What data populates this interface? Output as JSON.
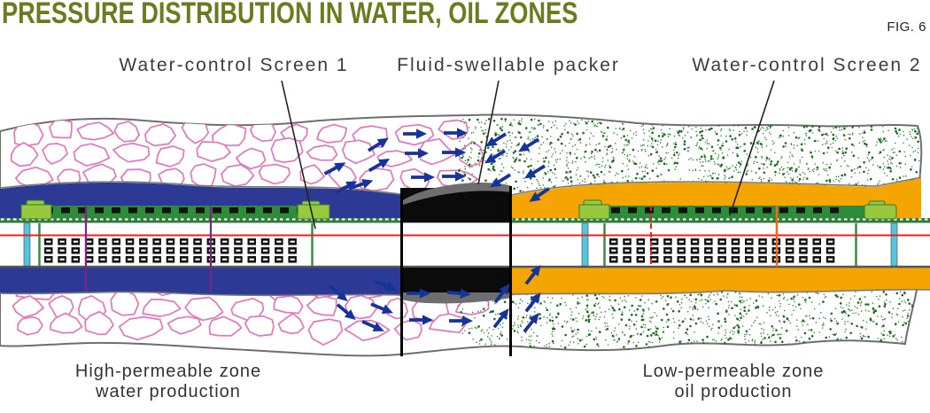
{
  "header": {
    "title": "PRESSURE DISTRIBUTION IN WATER, OIL ZONES",
    "fig_label": "FIG. 6"
  },
  "callouts": {
    "screen1": "Water-control Screen 1",
    "packer": "Fluid-swellable packer",
    "screen2": "Water-control Screen 2"
  },
  "zones": {
    "left_line1": "High-permeable zone",
    "left_line2": "water production",
    "right_line1": "Low-permeable zone",
    "right_line2": "oil production"
  },
  "colors": {
    "title_olive": "#6c7b1d",
    "water_blue": "#2c3a96",
    "oil_orange": "#f5a502",
    "packer_black": "#0b0b0b",
    "packer_gray": "#6e6e6e",
    "screen_green": "#2e8b3c",
    "cap_green": "#97c83e",
    "cyan_ring": "#52c6e0",
    "red_line": "#e52320",
    "pink_rock": "#e377bd",
    "stipple_green": "#2f8f2f",
    "arrow_blue": "#16339b",
    "outline_gray": "#6e6e6e",
    "purple_joint": "#7b2482",
    "orange_joint": "#f26522",
    "label_gray": "#3c3c3c"
  },
  "arrows": {
    "top_left": [
      [
        378,
        190,
        28
      ],
      [
        391,
        211,
        28
      ],
      [
        427,
        163,
        32
      ],
      [
        428,
        186,
        30
      ],
      [
        408,
        208,
        18
      ],
      [
        468,
        151,
        0
      ],
      [
        514,
        150,
        0
      ],
      [
        470,
        173,
        0
      ],
      [
        512,
        172,
        0
      ],
      [
        477,
        200,
        0
      ],
      [
        512,
        199,
        0
      ]
    ],
    "top_right": [
      [
        560,
        158,
        -148
      ],
      [
        597,
        164,
        -148
      ],
      [
        559,
        177,
        -148
      ],
      [
        604,
        194,
        -148
      ],
      [
        565,
        204,
        -148
      ],
      [
        609,
        220,
        -146
      ]
    ],
    "bottom_left": [
      [
        382,
        331,
        -40
      ],
      [
        391,
        352,
        -40
      ],
      [
        435,
        322,
        -22
      ],
      [
        431,
        348,
        -22
      ],
      [
        421,
        368,
        -24
      ],
      [
        472,
        331,
        0
      ],
      [
        475,
        361,
        0
      ],
      [
        518,
        331,
        -5
      ],
      [
        520,
        362,
        0
      ]
    ],
    "bottom_right": [
      [
        567,
        331,
        52
      ],
      [
        566,
        359,
        52
      ],
      [
        602,
        310,
        52
      ],
      [
        602,
        341,
        52
      ],
      [
        600,
        364,
        52
      ]
    ]
  }
}
